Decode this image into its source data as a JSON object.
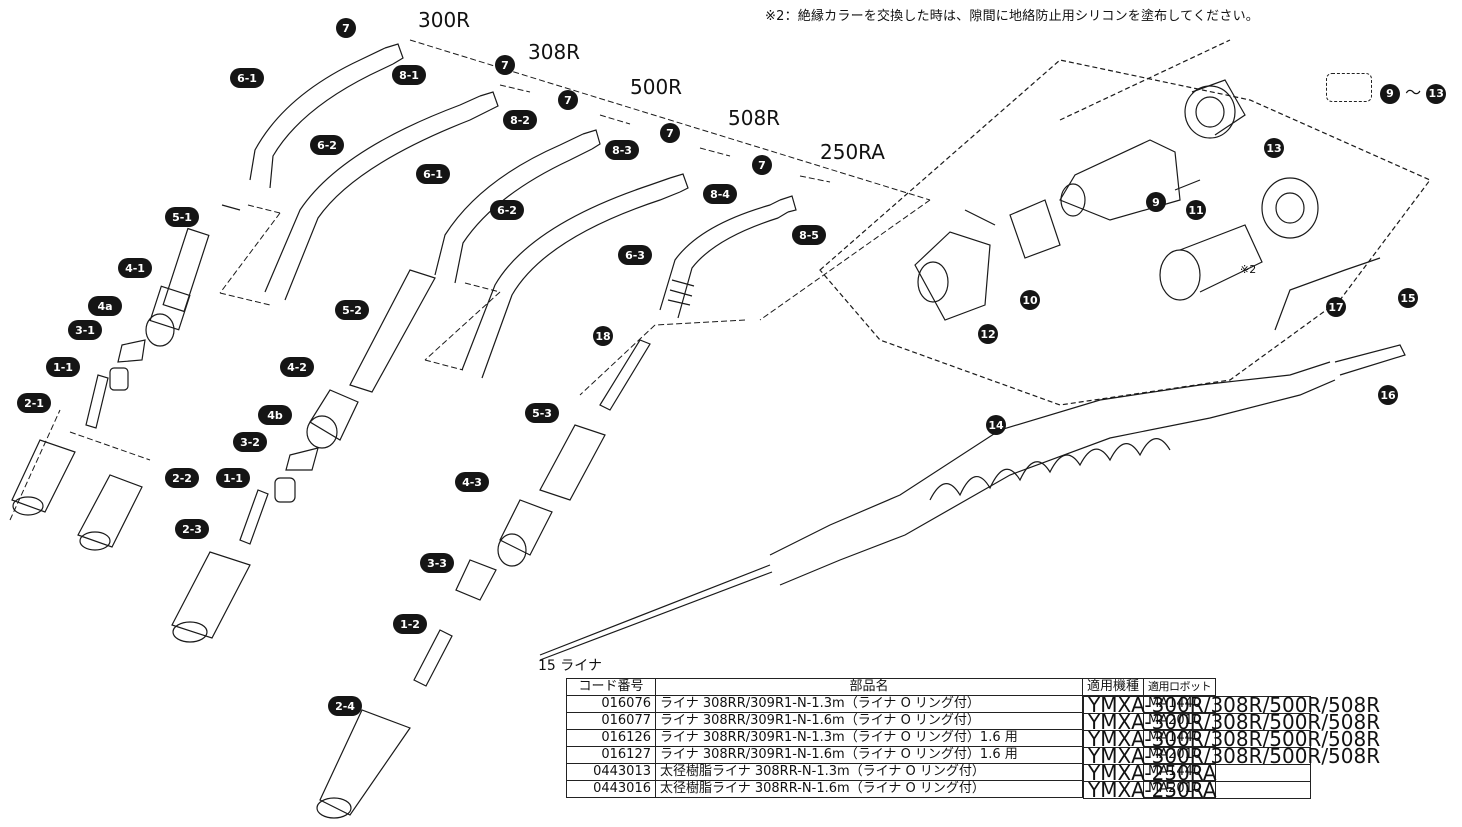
{
  "note_top": "※2：絶縁カラーを交換した時は、隙間に地絡防止用シリコンを塗布してください。",
  "models": [
    "300R",
    "308R",
    "500R",
    "508R",
    "250RA"
  ],
  "kit_range": {
    "from": "9",
    "sep": "〜",
    "to": "13"
  },
  "note_mark": "※2",
  "labels": {
    "n7": "7",
    "n8_1": "8-1",
    "n8_2": "8-2",
    "n8_3": "8-3",
    "n8_4": "8-4",
    "n8_5": "8-5",
    "n6_1": "6-1",
    "n6_2": "6-2",
    "n6_3": "6-3",
    "n5_1": "5-1",
    "n5_2": "5-2",
    "n5_3": "5-3",
    "n4_1": "4-1",
    "n4_2": "4-2",
    "n4_3": "4-3",
    "n4a": "4a",
    "n4b": "4b",
    "n3_1": "3-1",
    "n3_2": "3-2",
    "n3_3": "3-3",
    "n1_1": "1-1",
    "n1_2": "1-2",
    "n2_1": "2-1",
    "n2_2": "2-2",
    "n2_3": "2-3",
    "n2_4": "2-4",
    "n9": "9",
    "n10": "10",
    "n11": "11",
    "n12": "12",
    "n13": "13",
    "n14": "14",
    "n15": "15",
    "n16": "16",
    "n17": "17",
    "n18": "18"
  },
  "table": {
    "title": "15 ライナ",
    "headers": [
      "コード番号",
      "部品名",
      "適用機種",
      "適用ロボット"
    ],
    "rows": [
      [
        "016076",
        "ライナ 308RR/309R1-N-1.3m（ライナ O リング付）",
        "YMXA-300R/308R/500R/508R",
        "MA1440"
      ],
      [
        "016077",
        "ライナ 308RR/309R1-N-1.6m（ライナ O リング付）",
        "YMXA-300R/308R/500R/508R",
        "MA2010"
      ],
      [
        "016126",
        "ライナ 308RR/309R1-N-1.3m（ライナ O リング付）1.6 用",
        "YMXA-300R/308R/500R/508R",
        "MA1440"
      ],
      [
        "016127",
        "ライナ 308RR/309R1-N-1.6m（ライナ O リング付）1.6 用",
        "YMXA-300R/308R/500R/508R",
        "MA2010"
      ],
      [
        "0443013",
        "太径樹脂ライナ 308RR-N-1.3m（ライナ O リング付）",
        "YMXA-250RA",
        "MA1440"
      ],
      [
        "0443016",
        "太径樹脂ライナ 308RR-N-1.6m（ライナ O リング付）",
        "YMXA-250RA",
        "MA2010"
      ]
    ]
  }
}
